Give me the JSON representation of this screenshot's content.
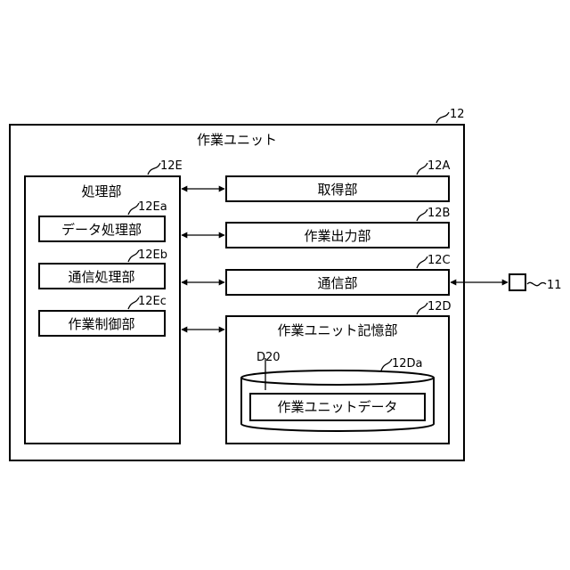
{
  "unit": {
    "label": "作業ユニット",
    "ref": "12"
  },
  "processing": {
    "label": "処理部",
    "ref": "12E",
    "sub": [
      {
        "label": "データ処理部",
        "ref": "12Ea"
      },
      {
        "label": "通信処理部",
        "ref": "12Eb"
      },
      {
        "label": "作業制御部",
        "ref": "12Ec"
      }
    ]
  },
  "acquisition": {
    "label": "取得部",
    "ref": "12A"
  },
  "output": {
    "label": "作業出力部",
    "ref": "12B"
  },
  "communication": {
    "label": "通信部",
    "ref": "12C"
  },
  "storage": {
    "label": "作業ユニット記憶部",
    "ref": "12D",
    "db": {
      "ref": "12Da",
      "data_ref": "D20",
      "data_label": "作業ユニットデータ"
    }
  },
  "external": {
    "ref": "11"
  }
}
